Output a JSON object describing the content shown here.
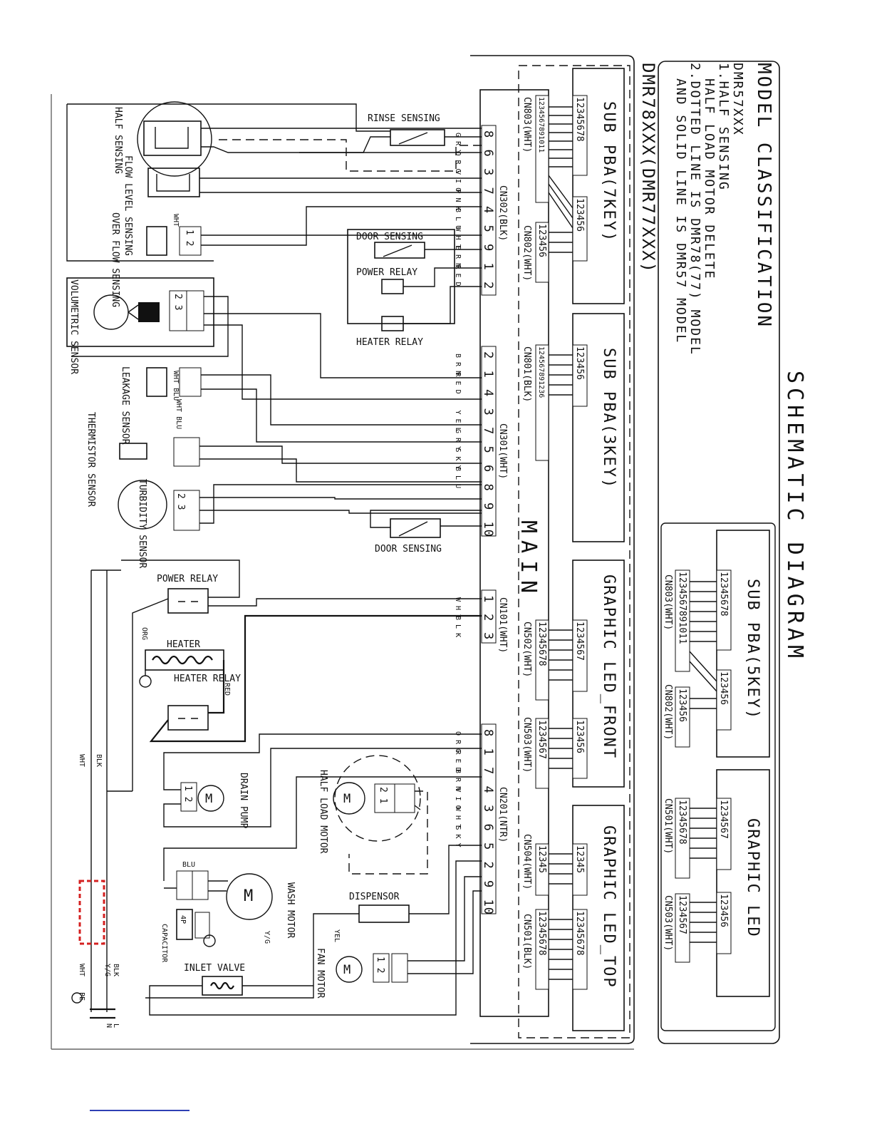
{
  "title": "SCHEMATIC DIAGRAM",
  "model": {
    "heading": "MODEL CLASSIFICATION",
    "code": "DMR57XXX",
    "note1": "1.HALF SENSING",
    "note1b": "HALF LOAD MOTOR DELETE",
    "note2": "2.DOTTED LINE IS DMR78(77) MODEL",
    "note2b": "AND SOLID LINE IS DMR57 MODEL",
    "variant": "DMR78XXX(DMR77XXX)"
  },
  "boards": {
    "main": "MAIN",
    "sub7": "SUB PBA(7KEY)",
    "sub3": "SUB PBA(3KEY)",
    "sub5": "SUB PBA(5KEY)",
    "led_front": "GRAPHIC LED_FRONT",
    "led_top": "GRAPHIC LED_TOP",
    "led": "GRAPHIC LED"
  },
  "connectors": {
    "cn803": "CN803(WHT)",
    "cn802": "CN802(WHT)",
    "cn801": "CN801(BLK)",
    "cn302": "CN302(BLK)",
    "cn301": "CN301(WHT)",
    "cn101": "CN101(WHT)",
    "cn201": "CN201(NTR)",
    "cn502": "CN502(WHT)",
    "cn503": "CN503(WHT)",
    "cn504": "CN504(WHT)",
    "cn501": "CN501(BLK)",
    "cn803b": "CN803(WHT)",
    "cn802b": "CN802(WHT)",
    "cn501b": "CN501(WHT)",
    "cn503b": "CN503(WHT)"
  },
  "pins": {
    "p8": "12345678",
    "p11": "1234567891011",
    "p6": "123456",
    "p12": "124567891236",
    "p7": "1234567",
    "p5": "12345",
    "cn302": [
      "8",
      "6",
      "3",
      "7",
      "4",
      "5",
      "9",
      "1",
      "2"
    ],
    "cn301": [
      "2",
      "1",
      "4",
      "3",
      "7",
      "5",
      "6",
      "8",
      "9",
      "10"
    ],
    "cn101": [
      "1",
      "2",
      "3"
    ],
    "cn201": [
      "8",
      "1",
      "7",
      "4",
      "3",
      "6",
      "5",
      "2",
      "9",
      "10"
    ]
  },
  "wire_colors": {
    "cn302": [
      "G R Y",
      "O R G",
      "V I O",
      "P N K",
      "B L U",
      "W H T",
      "B R N",
      "R E D",
      ""
    ],
    "cn301": [
      "B R N",
      "R E D",
      "",
      "Y E L",
      "G R Y",
      "S K Y",
      "B L U",
      "",
      "",
      ""
    ],
    "cn101": [
      "W H T",
      "B L K"
    ],
    "cn201": [
      "O R G",
      "R E D",
      "B R N",
      "V I O",
      "W H T",
      "S K Y",
      "",
      "",
      ""
    ]
  },
  "components": {
    "rinse": "RINSE SENSING",
    "half_sensing": "HALF SENSING",
    "flow_level": "FLOW LEVEL SENSING",
    "over_flow": "OVER FLOW SENSING",
    "door1": "DOOR SENSING",
    "power_relay1": "POWER RELAY",
    "heater_relay1": "HEATER RELAY",
    "volumetric": "VOLUMETRIC SENSOR",
    "leakage": "LEAKAGE SENSOR",
    "thermistor": "THERMISTOR SENSOR",
    "turbidity": "TURBIDITY SENSOR",
    "door2": "DOOR SENSING",
    "power_relay2": "POWER RELAY",
    "heater": "HEATER",
    "heater_relay2": "HEATER RELAY",
    "drain_pump": "DRAIN PUMP",
    "half_load_motor": "HALF LOAD MOTOR",
    "wash_motor": "WASH MOTOR",
    "capacitor": "CAPACITOR",
    "dispensor": "DISPENSOR",
    "inlet_valve": "INLET VALVE",
    "fan_motor": "FAN MOTOR"
  },
  "labels": {
    "wht": "WHT",
    "blk": "BLK",
    "blu": "BLU",
    "org": "ORG",
    "red": "RED",
    "yg": "Y/G",
    "yel": "YEL",
    "pe": "PE",
    "l": "L",
    "n": "N",
    "wht_blu": "WHT BLU",
    "motor": "M",
    "pin_4p": "4P",
    "pair12": "1 2",
    "pair21": "2 1",
    "pair23": "2 3"
  },
  "colors": {
    "line": "#111111",
    "highlight": "#d42020",
    "link": "#2e3fb4"
  }
}
